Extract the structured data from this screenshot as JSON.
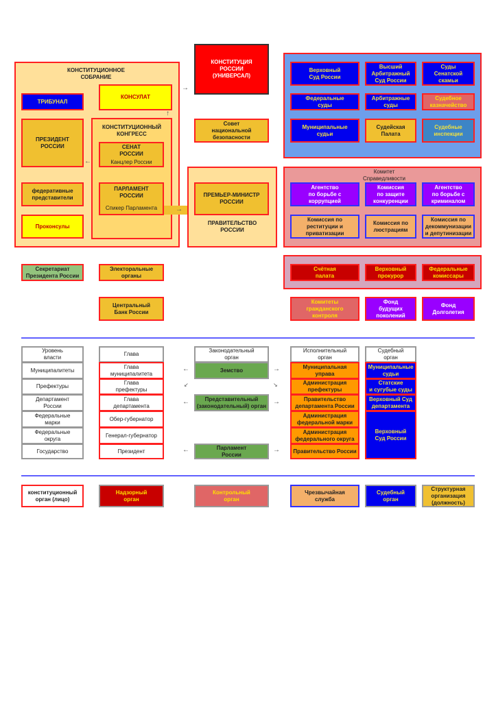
{
  "assembly": {
    "title": "КОНСТИТУЦИОННОЕ\nСОБРАНИЕ",
    "tribunal": "ТРИБУНАЛ",
    "consulate": "КОНСУЛАТ",
    "president": "ПРЕЗИДЕНТ\nРОССИИ",
    "fed_reps": "федеративные\nпредставители",
    "proconsuls": "Проконсулы",
    "congress": {
      "title": "КОНСТИТУЦИОННЫЙ\nКОНГРЕСС",
      "senate": "СЕНАТ\nРОССИИ",
      "chancellor": "Канцлер России",
      "parliament": "ПАРЛАМЕНТ\nРОССИИ",
      "speaker": "Спикер Парламента"
    }
  },
  "constitution": "КОНСТИТУЦИЯ\nРОССИИ\n(УНИВЕРСАЛ)",
  "security_council": "Совет\nнациональной\nбезопасности",
  "government": {
    "pm": "ПРЕМЬЕР-МИНИСТР\nРОССИИ",
    "title": "ПРАВИТЕЛЬСТВО\nРОССИИ"
  },
  "courts": [
    "Верховный\nСуд России",
    "Высший\nАрбитражный\nСуд России",
    "Суды\nСенатской\nскамьи",
    "Федеральные\nсуды",
    "Арбитражные\nсуды",
    "Судебное\nказначейство",
    "Муниципальные\nсудьи",
    "Судейская\nПалата",
    "Судебные\nинспекции"
  ],
  "justice": {
    "title": "Комитет\nСправедливости",
    "items": [
      "Агентство\nпо борьбе с\nкоррупцией",
      "Комиссия\nпо защите\nконкуренции",
      "Агентство\nпо борьбе с\nкриминалом",
      "Комиссия по\nреституции и\nприватизации",
      "Комиссия по\nлюстрациям",
      "Комиссия по\nдекоммунизации\nи депутинизации"
    ]
  },
  "oversight": [
    "Счётная\nпалата",
    "Верховный\nпрокурор",
    "Федеральные\nкомиссары"
  ],
  "secretariat": "Секретариат\nПрезидента России",
  "electoral": "Электоральные\nорганы",
  "central_bank": "Центральный\nБанк России",
  "civil": [
    "Комитеты\nгражданского\nконтроля",
    "Фонд\nбудущих\nпоколений",
    "Фонд\nДолголетия"
  ],
  "arrows": {
    "right": "→",
    "left": "←",
    "up": "↑",
    "down_left": "↙",
    "down_right": "↘"
  },
  "table": {
    "headers": [
      "Уровень\nвласти",
      "Глава",
      "Законодательный\nорган",
      "Исполнительный\nорган",
      "Судебный\nорган"
    ],
    "levels": [
      "Муниципалитеты",
      "Префектуры",
      "Департамент\nРоссии",
      "Федеральные\nмарки",
      "Федеральные\nокруга",
      "Государство"
    ],
    "heads": [
      "Глава\nмуниципалитета",
      "Глава\nпрефектуры",
      "Глава\nдепартамента",
      "Обер-губернатор",
      "Генерал-губернатор",
      "Президент"
    ],
    "legislative": [
      "Земство",
      "Представительный\n(законодательный) орган",
      "Парламент\nРоссии"
    ],
    "executive": [
      "Муниципальная\nуправа",
      "Администрация\nпрефектуры",
      "Правительство\nдепартамента России",
      "Администрация\nфедеральной марки",
      "Администрация\nфедерального округа",
      "Правительство России"
    ],
    "judicial": [
      "Муниципальные\nсудьи",
      "Статские\nи сугубые суды",
      "Верховный Суд\nдепартамента",
      "Верховный\nСуд России"
    ]
  },
  "legend": [
    "конституционный\nорган (лицо)",
    "Надзорный\nорган",
    "Контрольный\nорган",
    "Чрезвычайная\nслужба",
    "Судебный\nорган",
    "Структурная\nорганизация\n(должность)"
  ]
}
